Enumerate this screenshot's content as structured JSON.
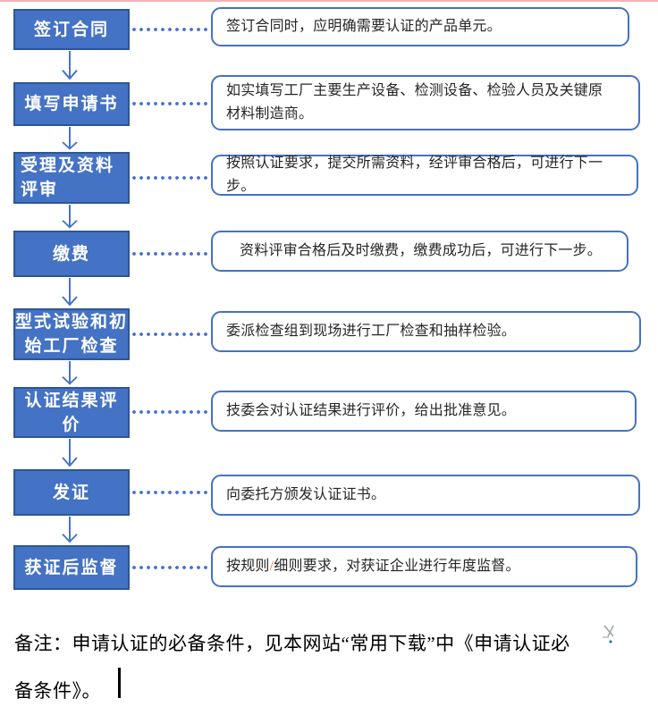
{
  "colors": {
    "accent": "#4472C4",
    "box_fill": "#4472C4",
    "box_border": "#2E5693",
    "top_line": "#F2B4B4",
    "slash": "#C8822F"
  },
  "flow": {
    "steps": [
      {
        "label": "签订合同",
        "description": "签订合同时，应明确需要认证的产品单元。"
      },
      {
        "label": "填写申请书",
        "description": "如实填写工厂主要生产设备、检测设备、检验人员及关键原\n材料制造商。"
      },
      {
        "label": "受理及资料\n评审",
        "description": "按照认证要求，提交所需资料，经评审合格后，可进行下一步。"
      },
      {
        "label": "缴费",
        "description": "资料评审合格后及时缴费，缴费成功后，可进行下一步。"
      },
      {
        "label": "型式试验和初\n始工厂检查",
        "description": "委派检查组到现场进行工厂检查和抽样检验。"
      },
      {
        "label": "认证结果评\n价",
        "description": "技委会对认证结果进行评价，给出批准意见。"
      },
      {
        "label": "发证",
        "description": "向委托方颁发认证证书。"
      },
      {
        "label": "获证后监督",
        "description": "按规则/细则要求，对获证企业进行年度监督。"
      }
    ]
  },
  "note": {
    "text": "备注：申请认证的必备条件，见本网站“常用下载”中《申请认证必\n备条件》。"
  }
}
